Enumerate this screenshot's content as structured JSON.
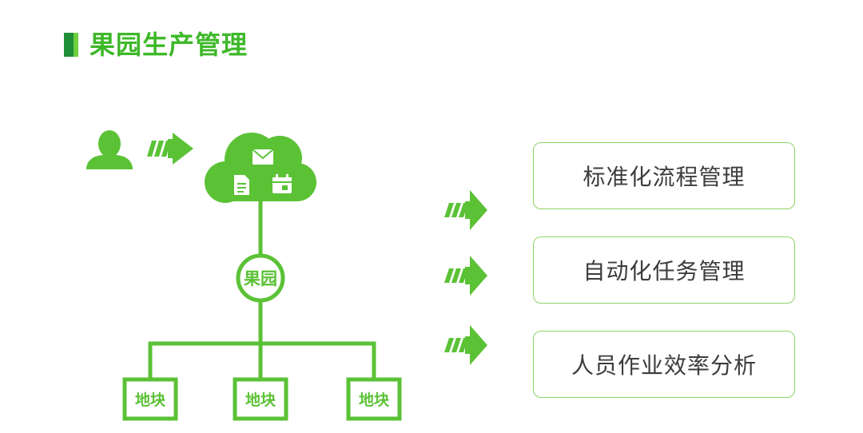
{
  "title": "果园生产管理",
  "orchard_label": "果园",
  "plots": [
    {
      "label": "地块"
    },
    {
      "label": "地块"
    },
    {
      "label": "地块"
    }
  ],
  "features": [
    {
      "label": "标准化流程管理"
    },
    {
      "label": "自动化任务管理"
    },
    {
      "label": "人员作业效率分析"
    }
  ],
  "colors": {
    "primary_green": "#5bc236",
    "title_green": "#3eb829",
    "box_border": "#8ed468",
    "text_dark": "#3c3c3c"
  },
  "icons": [
    "user-icon",
    "cloud-icon",
    "mail-icon",
    "document-icon",
    "calendar-icon",
    "arrow-icon"
  ]
}
